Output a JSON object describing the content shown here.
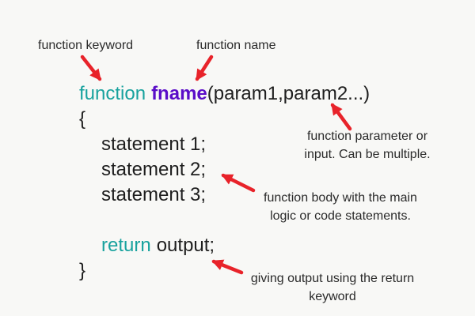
{
  "colors": {
    "background": "#f8f8f6",
    "keyword_teal": "#18a29e",
    "fname_purple": "#5a0dc8",
    "arrow_red": "#e8232a",
    "code_text": "#1e1e1e",
    "label_text": "#2a2a2a"
  },
  "callouts": {
    "keyword": "function keyword",
    "name": "function name"
  },
  "code": {
    "keyword": "function",
    "name": "fname",
    "params": "(param1,param2...)",
    "open_brace": "{",
    "statements": [
      "statement 1;",
      "statement 2;",
      "statement 3;"
    ],
    "return_keyword": "return",
    "return_value": "output;",
    "close_brace": "}"
  },
  "annotations": {
    "parameter": {
      "lines": [
        "function parameter or",
        "input. Can be multiple."
      ]
    },
    "body": {
      "lines": [
        "function body with the main",
        "logic or code statements."
      ]
    },
    "output": {
      "lines": [
        "giving output using the return",
        "keyword"
      ]
    }
  }
}
